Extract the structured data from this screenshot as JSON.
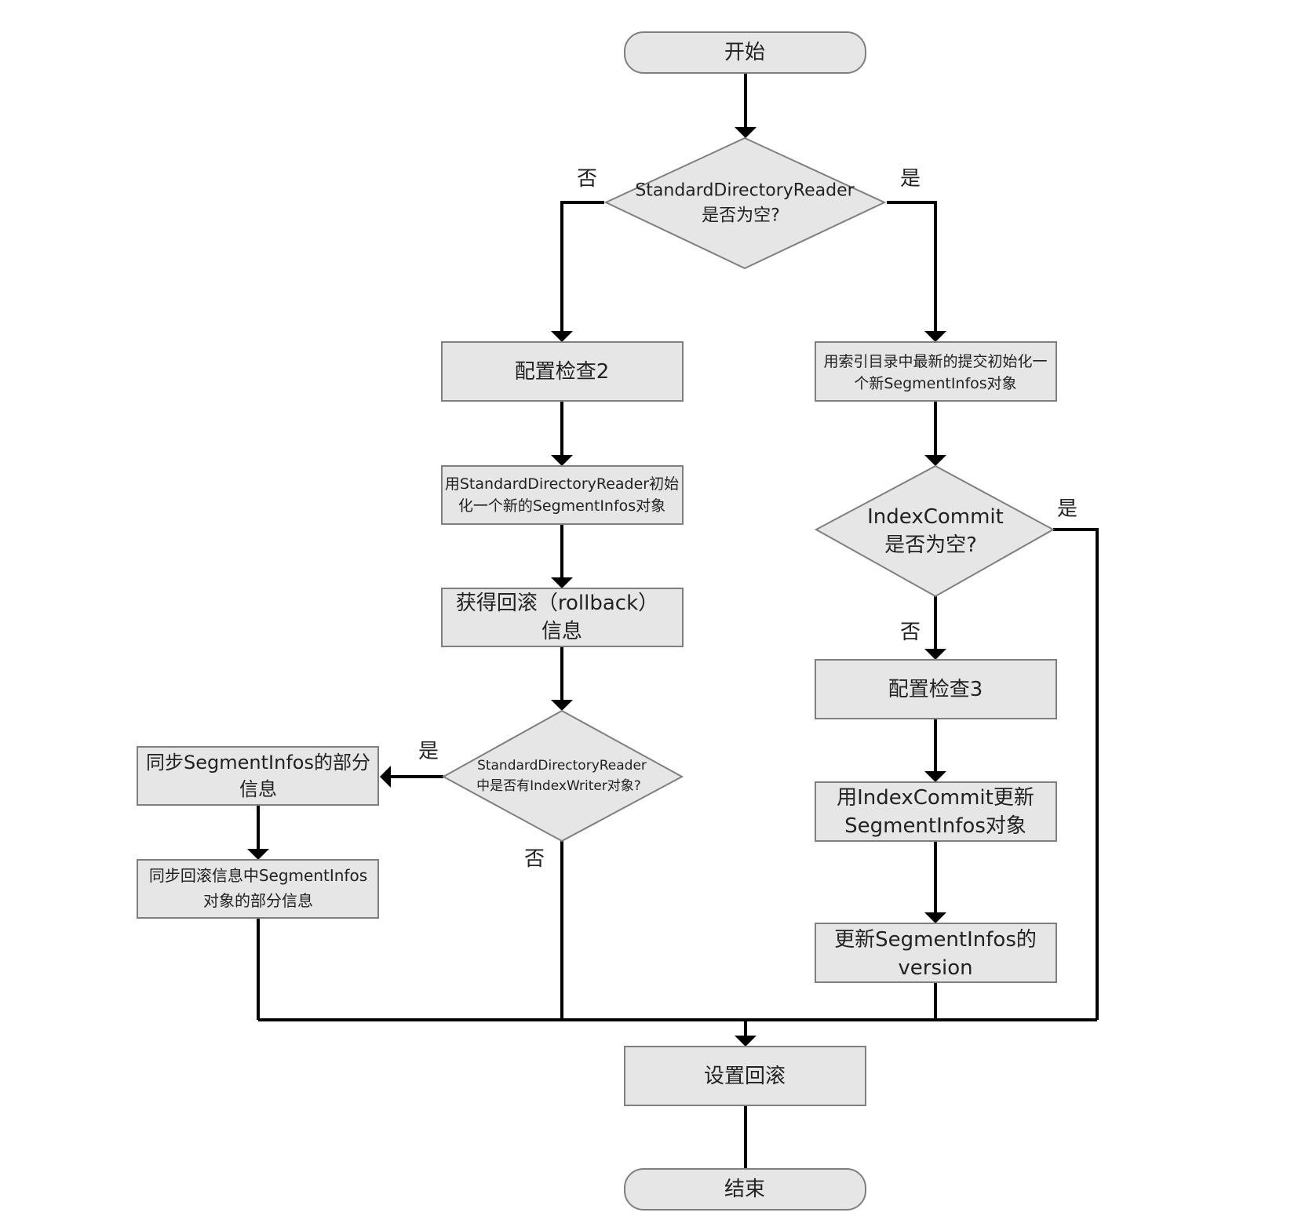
{
  "nodes": {
    "start": {
      "text": "开始"
    },
    "reader_null": {
      "line1": "StandardDirectoryReader",
      "line2": "是否为空?"
    },
    "config_check2": {
      "text": "配置检查2"
    },
    "init_from_latest": {
      "line1": "用索引目录中最新的提交初始化一",
      "line2": "个新SegmentInfos对象"
    },
    "init_from_reader": {
      "line1": "用StandardDirectoryReader初始",
      "line2": "化一个新的SegmentInfos对象"
    },
    "commit_null": {
      "line1": "IndexCommit",
      "line2": "是否为空?"
    },
    "get_rollback": {
      "line1": "获得回滚（rollback）",
      "line2": "信息"
    },
    "config_check3": {
      "text": "配置检查3"
    },
    "has_writer": {
      "line1": "StandardDirectoryReader",
      "line2": "中是否有IndexWriter对象?"
    },
    "sync_partial": {
      "line1": "同步SegmentInfos的部分",
      "line2": "信息"
    },
    "update_by_commit": {
      "line1": "用IndexCommit更新",
      "line2": "SegmentInfos对象"
    },
    "sync_rollback": {
      "line1": "同步回滚信息中SegmentInfos",
      "line2": "对象的部分信息"
    },
    "update_version": {
      "line1": "更新SegmentInfos的",
      "line2": "version"
    },
    "set_rollback": {
      "text": "设置回滚"
    },
    "end": {
      "text": "结束"
    }
  },
  "edge_labels": {
    "reader_null_no": "否",
    "reader_null_yes": "是",
    "commit_null_yes": "是",
    "commit_null_no": "否",
    "has_writer_yes": "是",
    "has_writer_no": "否"
  }
}
